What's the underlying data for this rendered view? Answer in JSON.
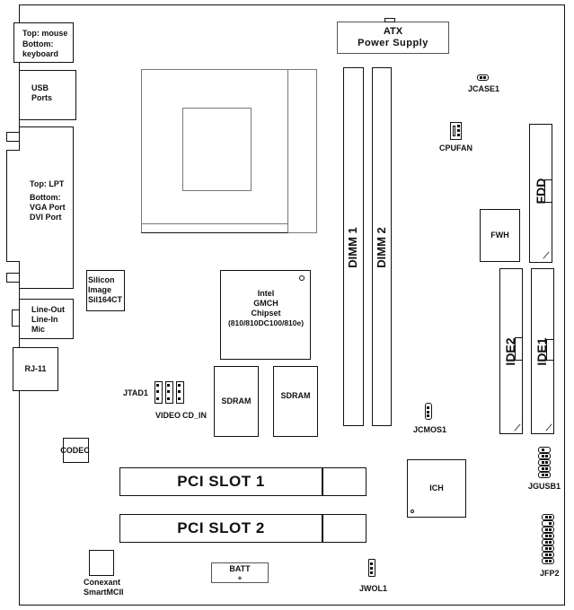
{
  "diagram": {
    "title": "Motherboard Layout",
    "rear_io": {
      "ps2": {
        "line1": "Top: mouse",
        "line2": "Bottom:",
        "line3": "keyboard"
      },
      "usb": {
        "line1": "USB",
        "line2": "Ports"
      },
      "lpt_vga": {
        "line1": "Top: LPT",
        "line2": "Bottom:",
        "line3": "VGA Port",
        "line4": "DVI Port"
      },
      "audio": {
        "line1": "Line-Out",
        "line2": "Line-In",
        "line3": "Mic"
      },
      "rj11": "RJ-11"
    },
    "components": {
      "silicon_image": {
        "line1": "Silicon",
        "line2": "Image",
        "line3": "Sil164CT"
      },
      "atx": {
        "line1": "ATX",
        "line2": "Power Supply"
      },
      "jcase1": "JCASE1",
      "cpufan": "CPUFAN",
      "fdd": "FDD",
      "fwh": "FWH",
      "dimm1": "DIMM 1",
      "dimm2": "DIMM 2",
      "gmch": {
        "line1": "Intel",
        "line2": "GMCH",
        "line3": "Chipset",
        "line4": "(810/810DC100/810e)"
      },
      "ide2": "IDE2",
      "ide1": "IDE1",
      "jtad1": "JTAD1",
      "video": "VIDEO",
      "cd_in": "CD_IN",
      "sdram1": "SDRAM",
      "sdram2": "SDRAM",
      "jcmos1": "JCMOS1",
      "codec": "CODEC",
      "ich": "ICH",
      "jgusb1": "JGUSB1",
      "pci1": "PCI SLOT 1",
      "pci2": "PCI SLOT 2",
      "conexant": {
        "line1": "Conexant",
        "line2": "SmartMCII"
      },
      "batt": {
        "line1": "BATT",
        "line2": "+"
      },
      "jwol1": "JWOL1",
      "jfp2": "JFP2"
    }
  }
}
